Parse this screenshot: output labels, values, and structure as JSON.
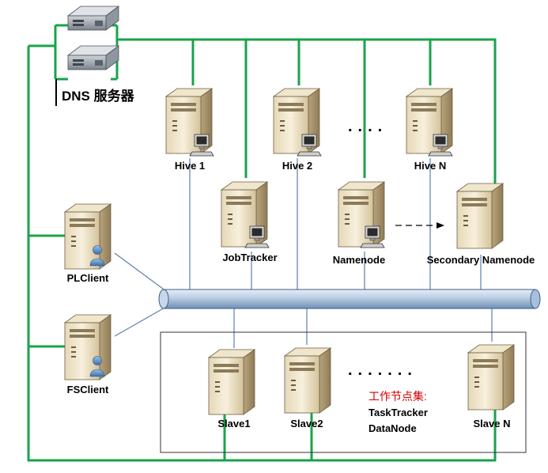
{
  "dns": {
    "label": "DNS 服务器"
  },
  "nodes": {
    "hive1": "Hive 1",
    "hive2": "Hive 2",
    "hiven": "Hive N",
    "jobtracker": "JobTracker",
    "namenode": "Namenode",
    "secondary": "Secondary Namenode",
    "plclient": "PLClient",
    "fsclient": "FSClient",
    "slave1": "Slave1",
    "slave2": "Slave2",
    "slaven": "Slave N"
  },
  "cluster": {
    "title": "工作节点集:",
    "line1": "TaskTracker",
    "line2": "DataNode"
  },
  "ellipsis": {
    "top": "....",
    "bottom": "......."
  },
  "colors": {
    "lan_line": "#19a34a",
    "bus_fill": "#b9cde3",
    "link_line": "#5b7fb0",
    "cluster_title": "#d40000"
  }
}
